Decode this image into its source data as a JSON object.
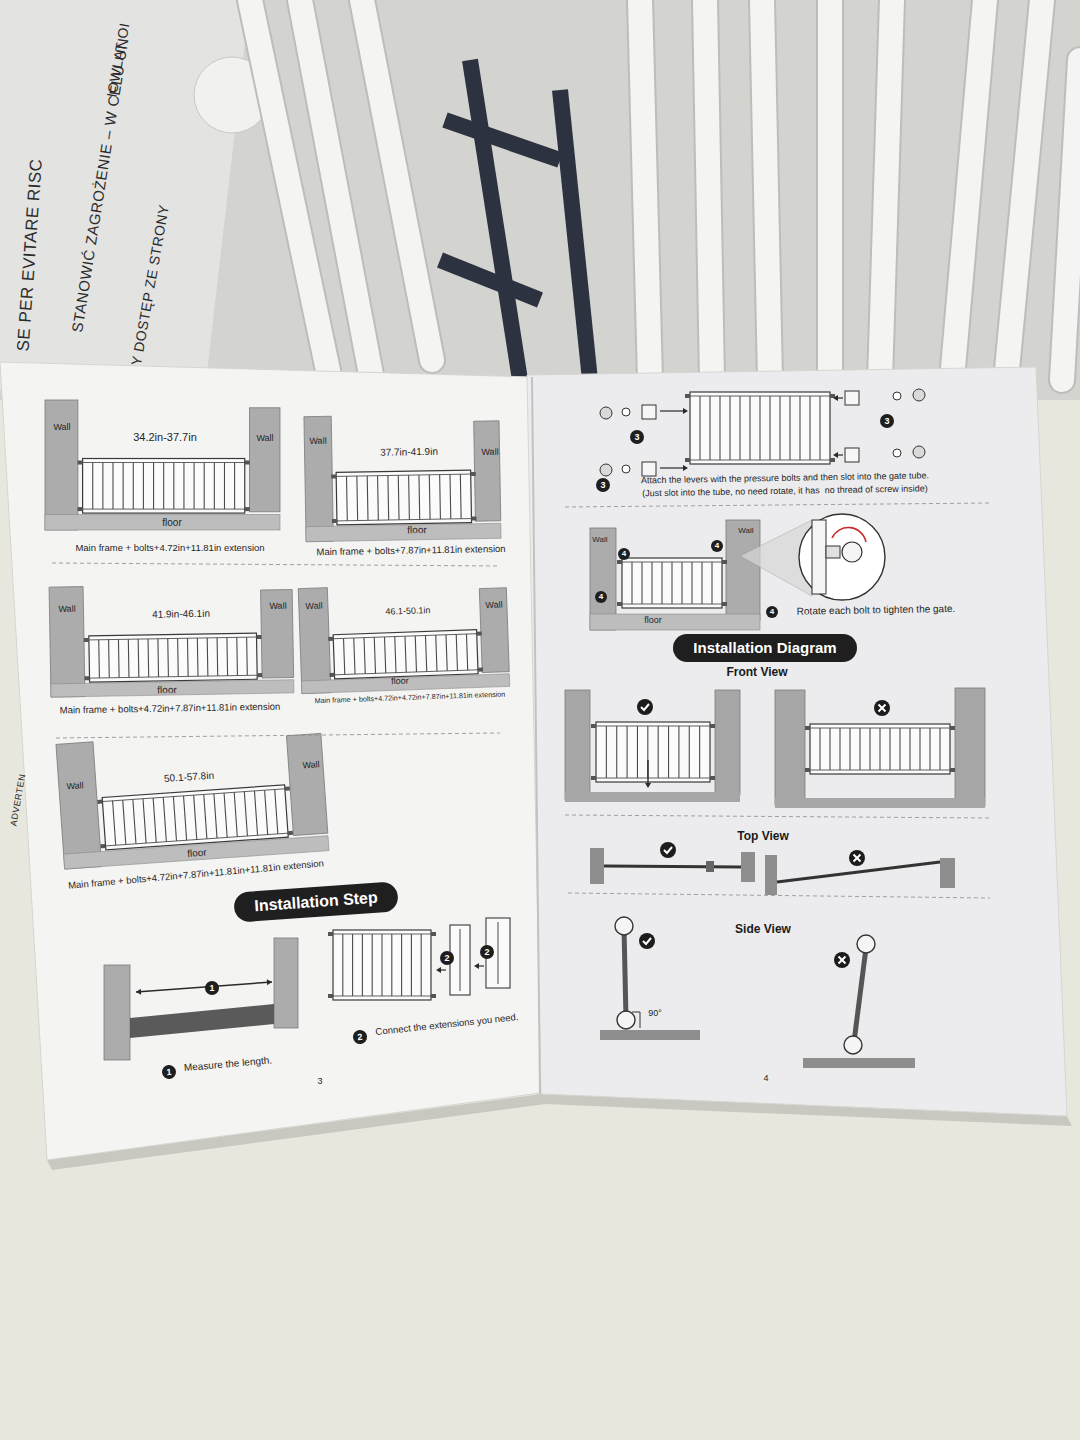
{
  "diagram": {
    "nodes": [
      {
        "text": [
          "Installation Step"
        ]
      },
      {
        "text": [
          "Installation Diagram"
        ]
      }
    ],
    "labels": [
      "SE PER EVITARE RISC",
      "STANOWIĆ ZAGROŻENIE – W CELU UN",
      "Y DOSTĘP ZE STRONY",
      "IOWLAT OI",
      "ADVERTEN",
      "Wall",
      "34.2in-37.7in",
      "Wall",
      "floor",
      "Main frame + bolts+4.72in+11.81in extension",
      "Wall",
      "37.7in-41.9in",
      "Wall",
      "floor",
      "Main frame + bolts+7.87in+11.81in extension",
      "Wall",
      "41.9in-46.1in",
      "Wall",
      "floor",
      "Main frame + bolts+4.72in+7.87in+11.81in extension",
      "Wall",
      "46.1-50.1in",
      "Wall",
      "floor",
      "Main frame + bolts+4.72in+4.72in+7.87in+11.81in extension",
      "Wall",
      "50.1-57.8in",
      "Wall",
      "floor",
      "Main frame + bolts+4.72in+7.87in+11.81in+11.81in extension",
      "1",
      "1",
      "Measure the length.",
      "2",
      "2",
      "2",
      "Connect the extensions you need.",
      "3",
      "3",
      "3",
      "3",
      "Attach the levers with the pressure bolts and then slot into the gate tube.",
      "(Just slot into the tube, no need rotate, it has  no thread of screw inside)",
      "Wall",
      "Wall",
      "4",
      "4",
      "4",
      "floor",
      "4",
      "Rotate each bolt to tighten the gate.",
      "Front View",
      "Top View",
      "Side View",
      "90°",
      "4"
    ]
  }
}
